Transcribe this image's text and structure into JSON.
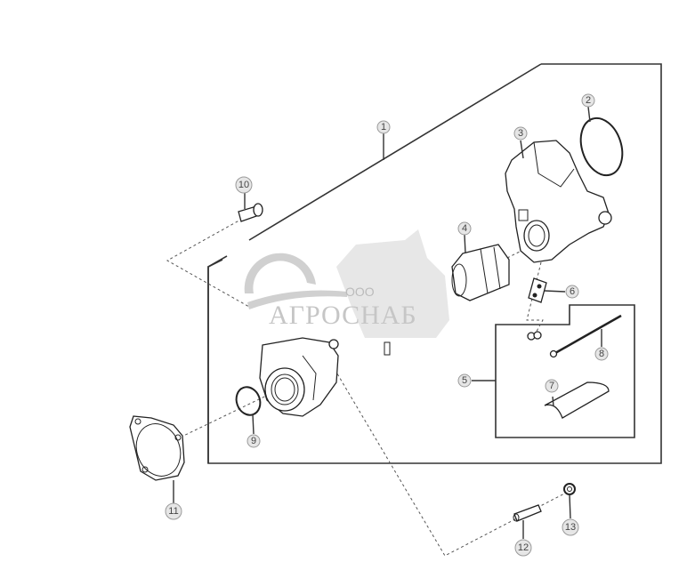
{
  "diagram": {
    "type": "exploded-parts-diagram",
    "callouts": [
      {
        "id": "1",
        "label": "1"
      },
      {
        "id": "2",
        "label": "2"
      },
      {
        "id": "3",
        "label": "3"
      },
      {
        "id": "4",
        "label": "4"
      },
      {
        "id": "5",
        "label": "5"
      },
      {
        "id": "6",
        "label": "6"
      },
      {
        "id": "7",
        "label": "7"
      },
      {
        "id": "8",
        "label": "8"
      },
      {
        "id": "9",
        "label": "9"
      },
      {
        "id": "10",
        "label": "10"
      },
      {
        "id": "11",
        "label": "11"
      },
      {
        "id": "12",
        "label": "12"
      },
      {
        "id": "13",
        "label": "13"
      }
    ]
  },
  "watermark": {
    "prefix": "ООО",
    "brand": "АГРОСНАБ",
    "color": "#bdbdbd"
  },
  "colors": {
    "line": "#222222",
    "callout_fill": "#e6e6e6",
    "callout_stroke": "#9a9a9a"
  }
}
